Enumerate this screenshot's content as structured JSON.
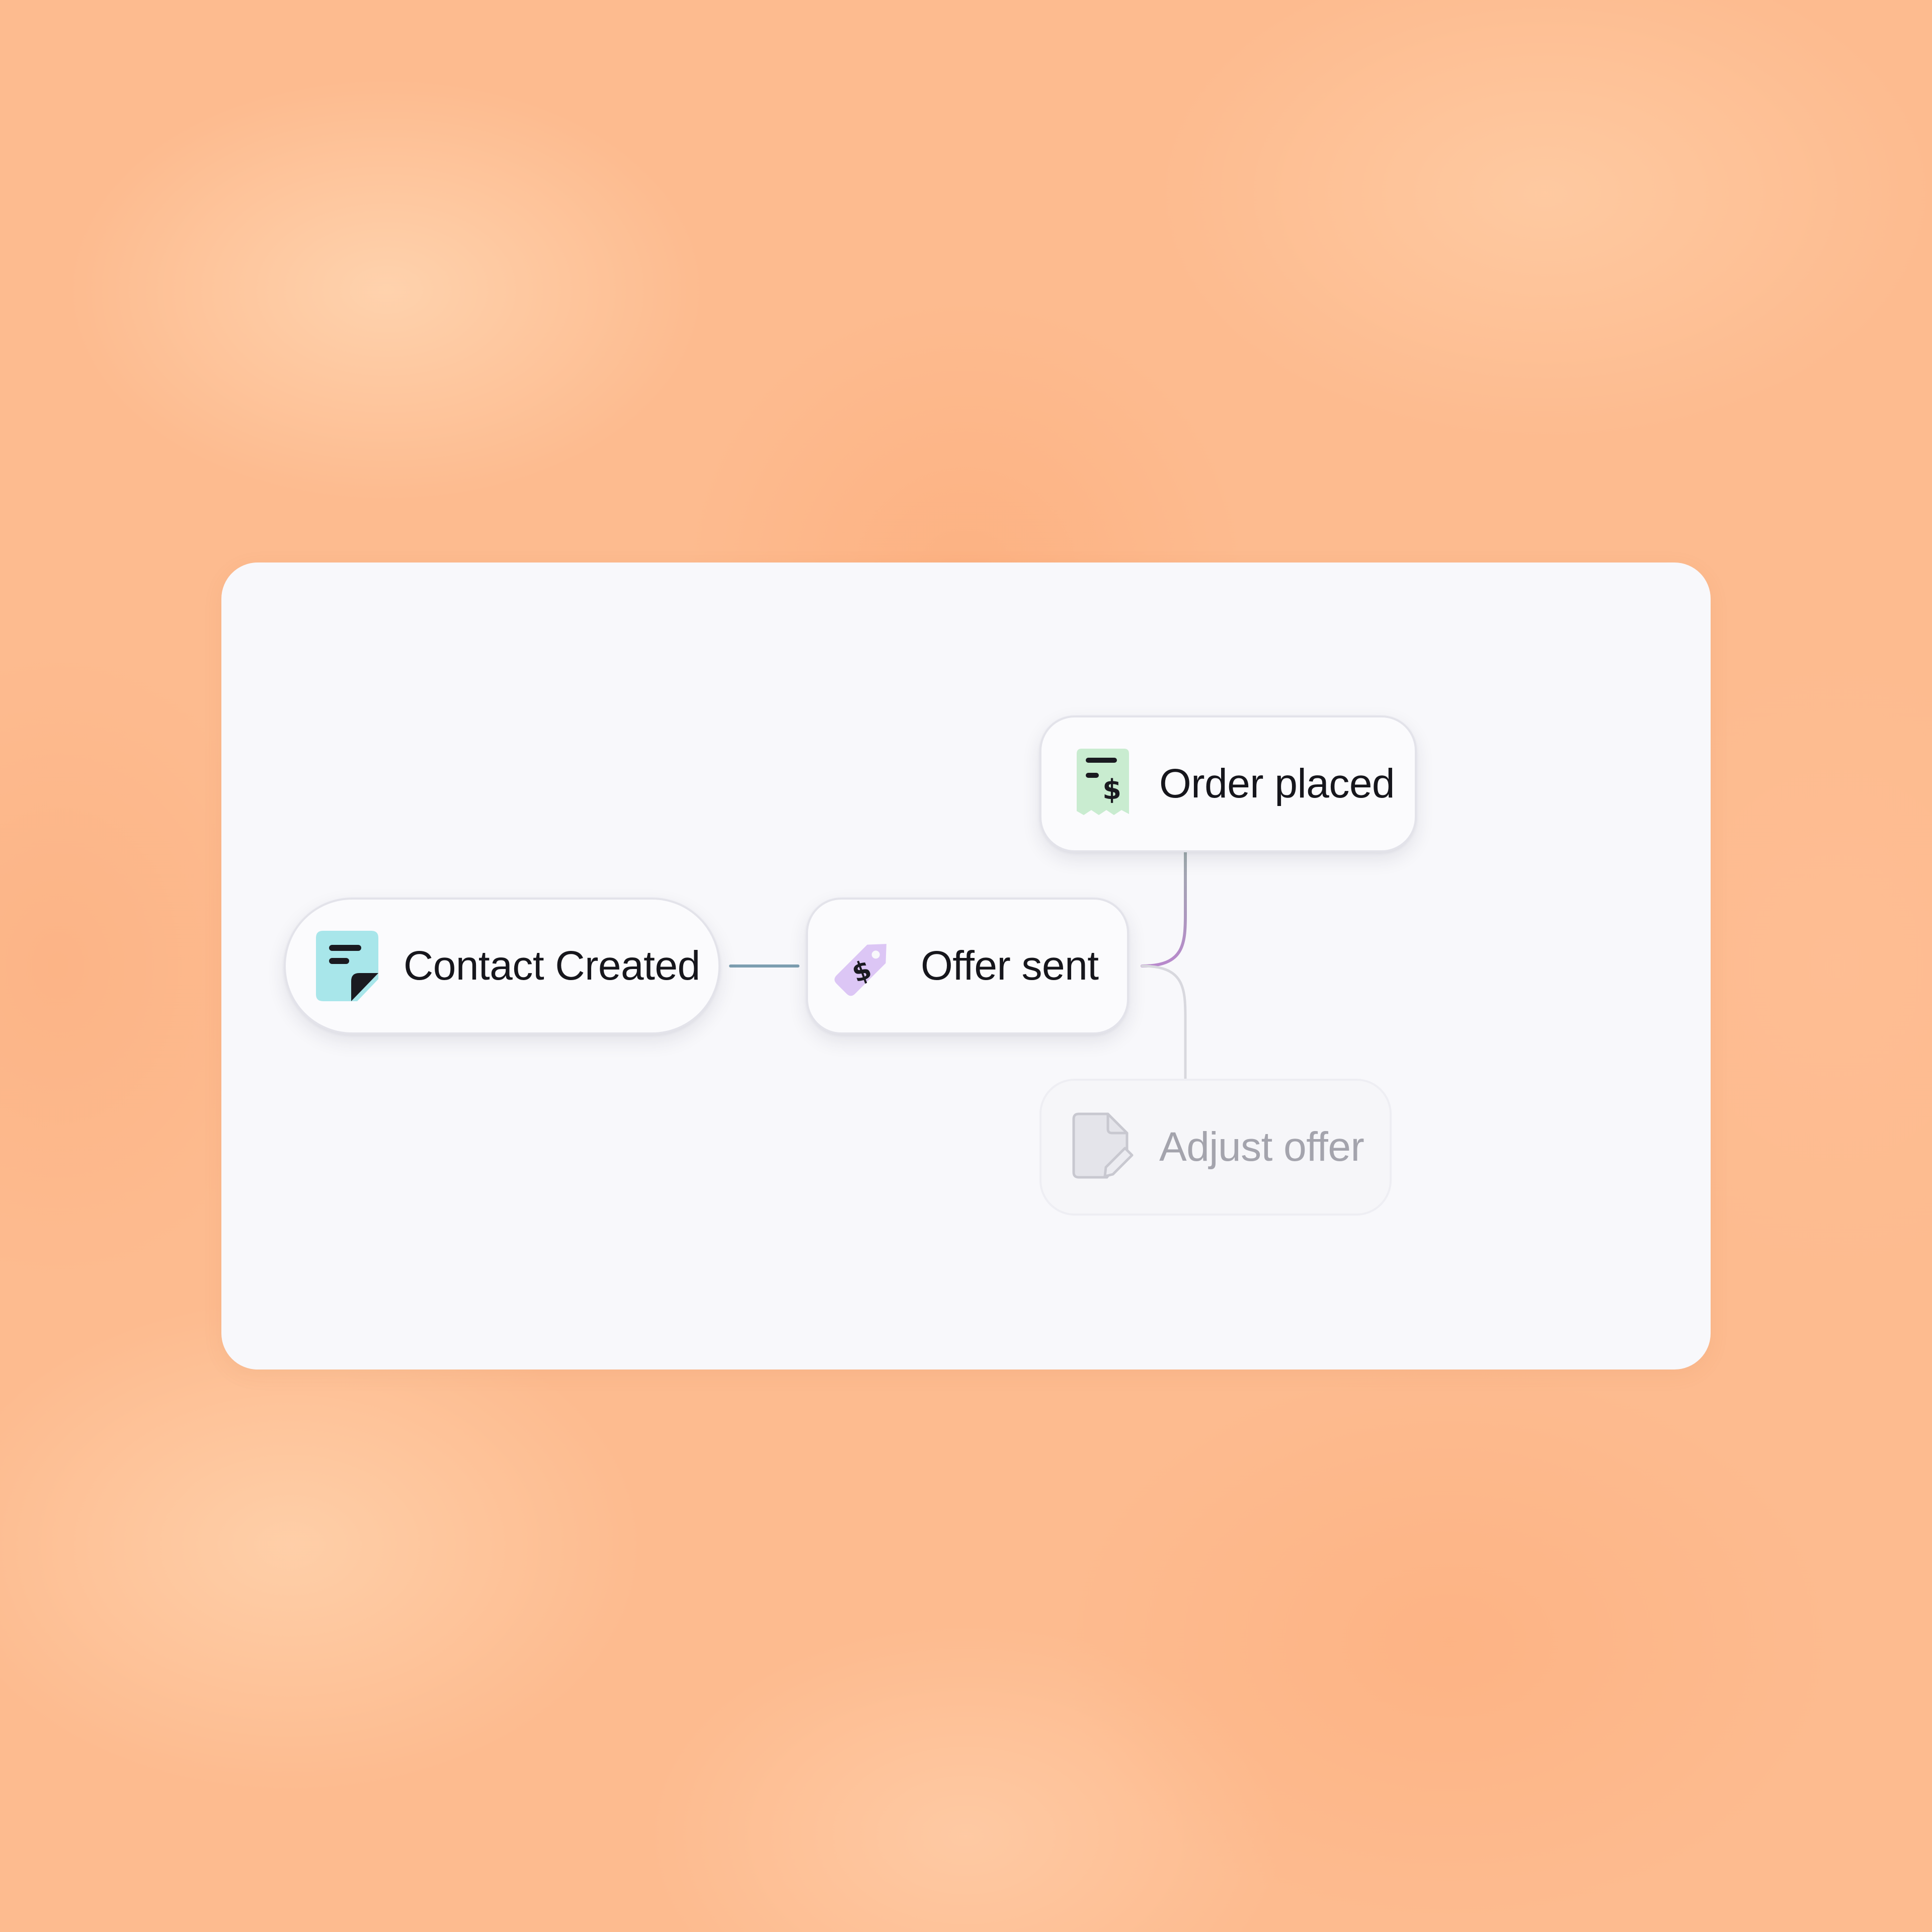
{
  "flow": {
    "nodes": [
      {
        "label": "Contact Created",
        "icon": "contact-note-icon",
        "accent": "#a8e6ea",
        "state": "active"
      },
      {
        "label": "Offer sent",
        "icon": "price-tag-icon",
        "accent": "#dcc6f5",
        "state": "active"
      },
      {
        "label": "Order placed",
        "icon": "receipt-icon",
        "accent": "#c9ecd0",
        "state": "active"
      },
      {
        "label": "Adjust offer",
        "icon": "edit-document-icon",
        "accent": "#e4e4ea",
        "state": "disabled"
      }
    ],
    "connector_colors": {
      "contact_to_offer": "#7d9eb0",
      "offer_to_order": "#b888cc",
      "order_branch": "#8fc29a",
      "adjust_branch": "#d8d8de"
    }
  }
}
